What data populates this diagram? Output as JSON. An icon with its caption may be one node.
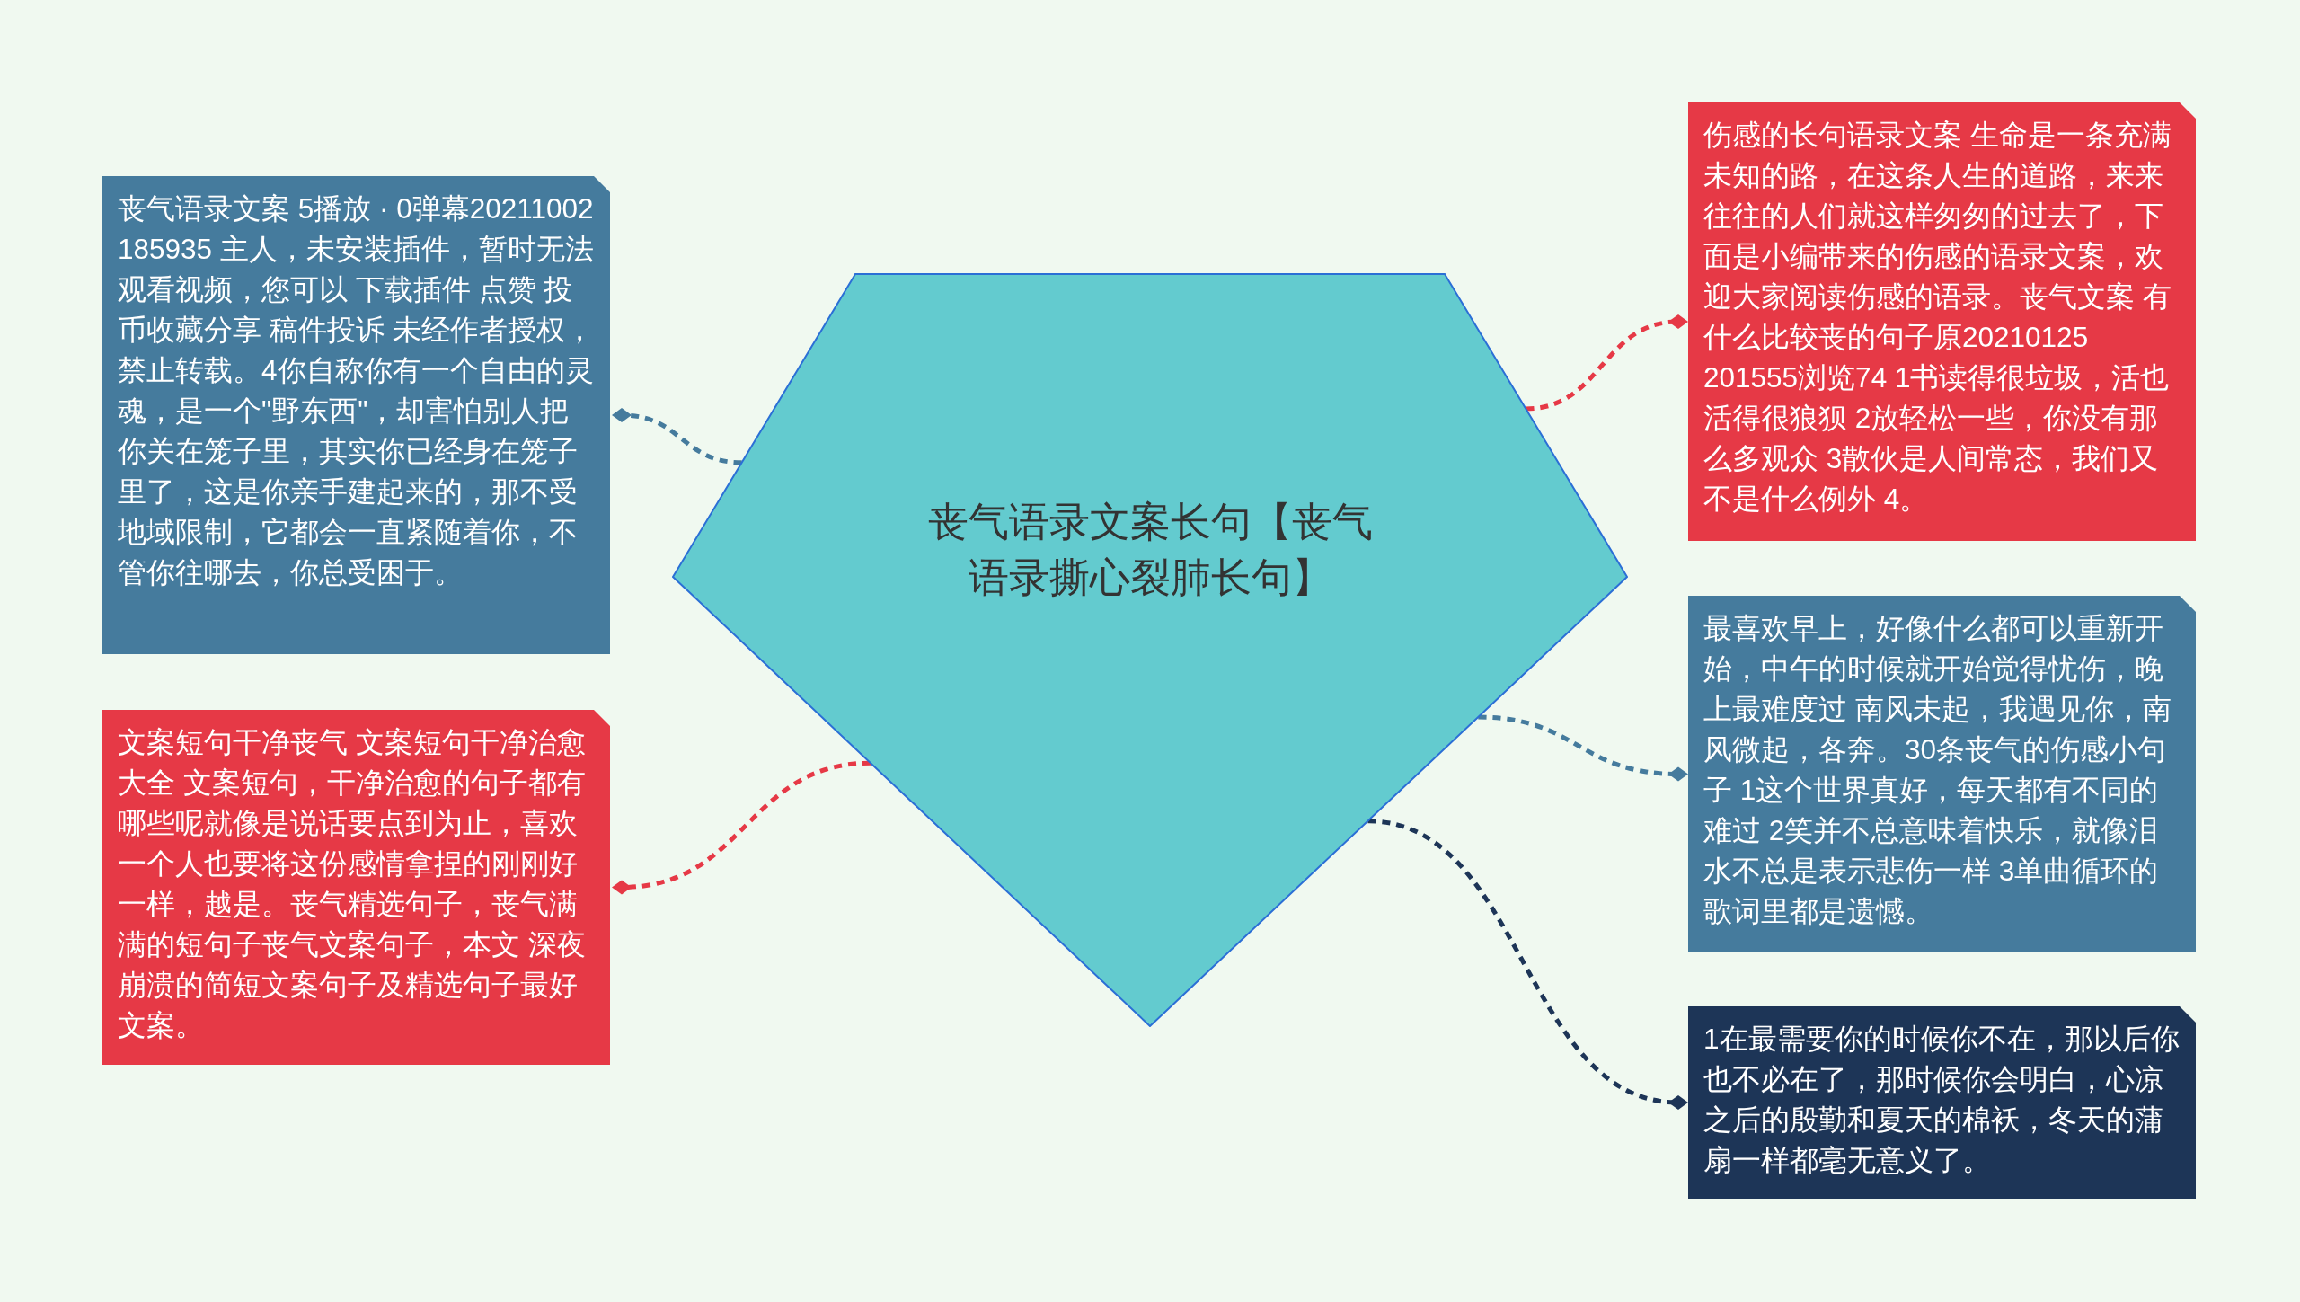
{
  "diagram": {
    "nodes": [
      {
        "text": [
          "丧气语录文案长句【丧气语录撕心裂肺长句】"
        ]
      },
      {
        "text": [
          "丧气语录文案 5播放 · 0弹幕20211002 185935 主人，未安装插件，暂时无法观看视频，您可以 下载插件 点赞 投币收藏分享 稿件投诉 未经作者授权，禁止转载。4你自称你有一个自由的灵魂，是一个\"野东西\"，却害怕别人把你关在笼子里，其实你已经身在笼子里了，这是你亲手建起来的，那不受地域限制，它都会一直紧随着你，不管你往哪去，你总受困于。"
        ]
      },
      {
        "text": [
          "文案短句干净丧气 文案短句干净治愈大全 文案短句，干净治愈的句子都有哪些呢就像是说话要点到为止，喜欢一个人也要将这份感情拿捏的刚刚好一样，越是。丧气精选句子，丧气满满的短句子丧气文案句子，本文 深夜崩溃的简短文案句子及精选句子最好文案。"
        ]
      },
      {
        "text": [
          "伤感的长句语录文案 生命是一条充满未知的路，在这条人生的道路，来来往往的人们就这样匆匆的过去了，下面是小编带来的伤感的语录文案，欢迎大家阅读伤感的语录。丧气文案 有什么比较丧的句子原20210125 201555浏览74 1书读得很垃圾，活也活得很狼狈 2放轻松一些，你没有那么多观众 3散伙是人间常态，我们又不是什么例外 4。"
        ]
      },
      {
        "text": [
          "最喜欢早上，好像什么都可以重新开始，中午的时候就开始觉得忧伤，晚上最难度过 南风未起，我遇见你，南风微起，各奔。30条丧气的伤感小句子 1这个世界真好，每天都有不同的难过 2笑并不总意味着快乐，就像泪水不总是表示悲伤一样 3单曲循环的歌词里都是遗憾。"
        ]
      },
      {
        "text": [
          "1在最需要你的时候你不在，那以后你也不必在了，那时候你会明白，心凉之后的殷勤和夏天的棉袄，冬天的蒲扇一样都毫无意义了。"
        ]
      }
    ],
    "edges": [
      {
        "from": 0,
        "to": 1,
        "arrow": "other",
        "style": "dashed",
        "color": "#457b9d"
      },
      {
        "from": 0,
        "to": 2,
        "arrow": "other",
        "style": "dashed",
        "color": "#e63946"
      },
      {
        "from": 0,
        "to": 3,
        "arrow": "other",
        "style": "dashed",
        "color": "#e63946"
      },
      {
        "from": 0,
        "to": 4,
        "arrow": "other",
        "style": "dashed",
        "color": "#457b9d"
      },
      {
        "from": 0,
        "to": 5,
        "arrow": "other",
        "style": "dashed",
        "color": "#1d3557"
      }
    ]
  }
}
